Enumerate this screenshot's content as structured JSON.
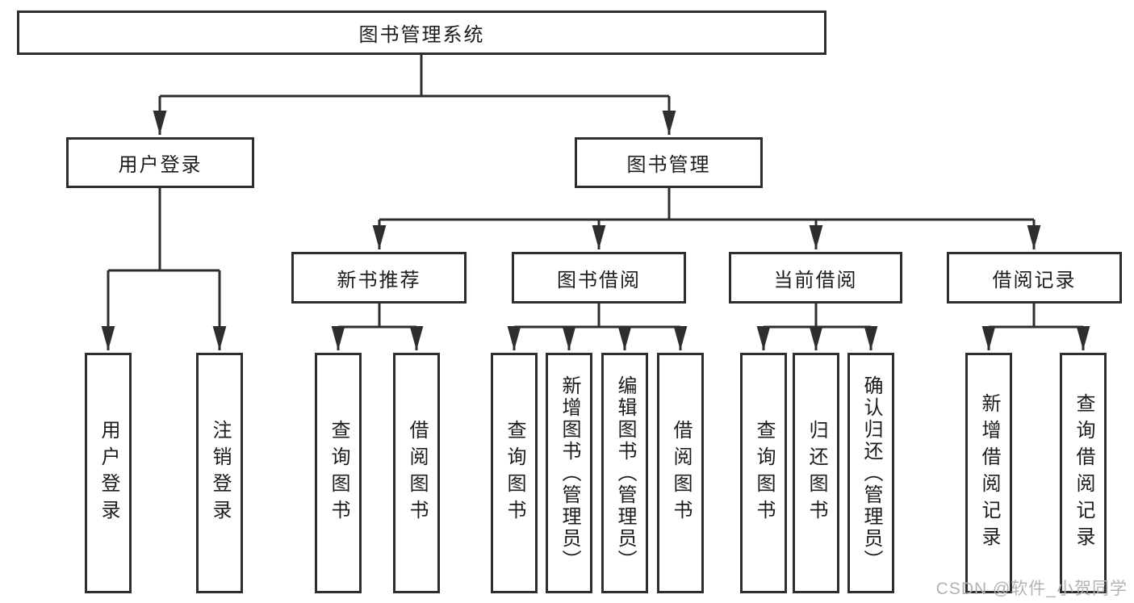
{
  "colors": {
    "background": "#ffffff",
    "line": "#2e2e2e",
    "box-border": "#2e2e2e",
    "text": "#1c1c1c",
    "watermark": "#b3b3b3"
  },
  "tree": {
    "label": "图书管理系统",
    "children": [
      {
        "label": "用户登录",
        "children": [
          {
            "label": "用户登录"
          },
          {
            "label": "注销登录"
          }
        ]
      },
      {
        "label": "图书管理",
        "children": [
          {
            "label": "新书推荐",
            "children": [
              {
                "label": "查询图书"
              },
              {
                "label": "借阅图书"
              }
            ]
          },
          {
            "label": "图书借阅",
            "children": [
              {
                "label": "查询图书"
              },
              {
                "label": "新增图书（管理员）"
              },
              {
                "label": "编辑图书（管理员）"
              },
              {
                "label": "借阅图书"
              }
            ]
          },
          {
            "label": "当前借阅",
            "children": [
              {
                "label": "查询图书"
              },
              {
                "label": "归还图书"
              },
              {
                "label": "确认归还（管理员）"
              }
            ]
          },
          {
            "label": "借阅记录",
            "children": [
              {
                "label": "新增借阅记录"
              },
              {
                "label": "查询借阅记录"
              }
            ]
          }
        ]
      }
    ]
  },
  "watermark": "CSDN @软件_小贺同学"
}
